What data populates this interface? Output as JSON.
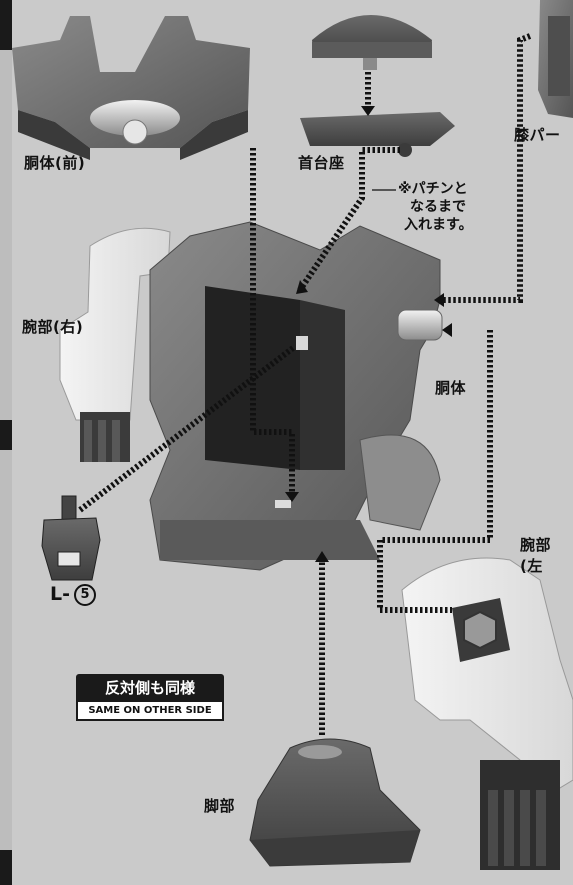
{
  "labels": {
    "torso_front": "胴体(前)",
    "neck_base": "首台座",
    "knee_part": "膝パー",
    "arm_right": "腕部(右)",
    "torso": "胴体",
    "arm_left": "腕部(左",
    "leg": "脚部"
  },
  "note": {
    "line1": "※パチンと",
    "line2": "なるまで",
    "line3": "入れます。"
  },
  "part_code": {
    "prefix": "L-",
    "number": "5"
  },
  "badge": {
    "jp": "反対側も同様",
    "en": "SAME ON OTHER SIDE"
  }
}
